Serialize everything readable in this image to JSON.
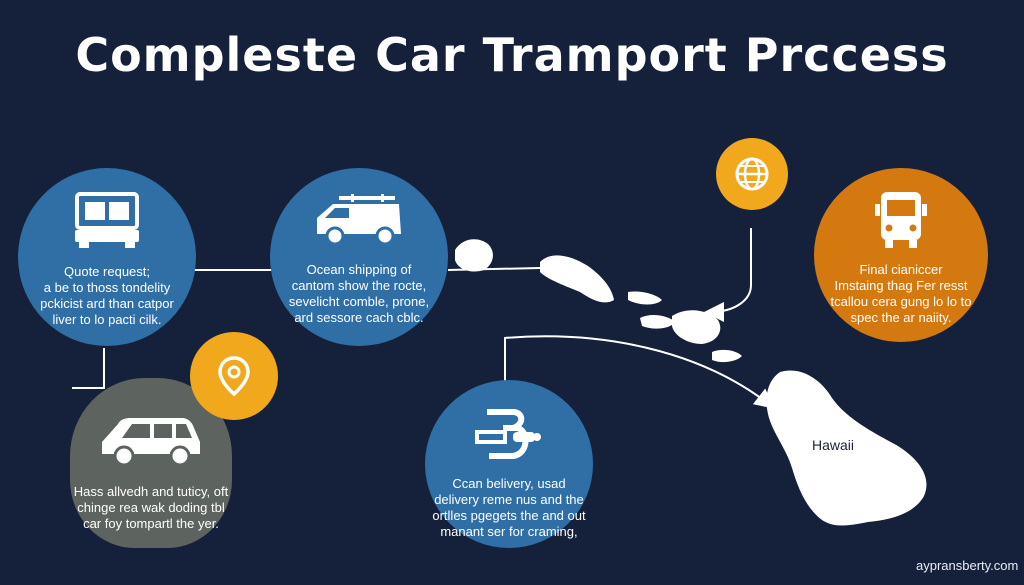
{
  "page": {
    "title": "Compleste Car Tramport Prccess",
    "footer": "aypransberty.com",
    "colors": {
      "background": "#15213a",
      "blue": "#2f6fa6",
      "orange": "#d4790f",
      "gold": "#f2a81d",
      "gray": "#5d645f",
      "land": "#ffffff"
    }
  },
  "steps": [
    {
      "id": "quote",
      "icon": "truck-front-icon",
      "lines": [
        "Quote request;",
        "a be to thoss tondelity",
        "pckicist ard than catpor",
        "liver to lo pacti cilk."
      ]
    },
    {
      "id": "ocean-shipping",
      "icon": "van-icon",
      "lines": [
        "Ocean shipping of",
        "cantom show the rocte,",
        "sevelicht comble, prone,",
        "ard sessore cach cblc."
      ]
    },
    {
      "id": "pickup",
      "icon": "car-icon",
      "lines": [
        "Hass allvedh and tuticy, oft",
        "chinge rea wak doding tbl",
        "car foy tompartl the yer."
      ]
    },
    {
      "id": "delivery",
      "icon": "delivery-symbol-icon",
      "lines": [
        "Ccan belivery, usad",
        "delivery reme nus and the",
        "ortlles pgegets the and out",
        "manant ser for craming,"
      ]
    },
    {
      "id": "final",
      "icon": "bus-icon",
      "lines": [
        "Final cianiccer",
        "Imstaing thag Fer resst",
        "tcallou cera gung lo lo to",
        "spec the ar naiity."
      ]
    }
  ],
  "badges": [
    {
      "id": "location",
      "icon": "location-pin-icon"
    },
    {
      "id": "globe",
      "icon": "globe-icon"
    }
  ],
  "map": {
    "label": "Hawaii"
  }
}
